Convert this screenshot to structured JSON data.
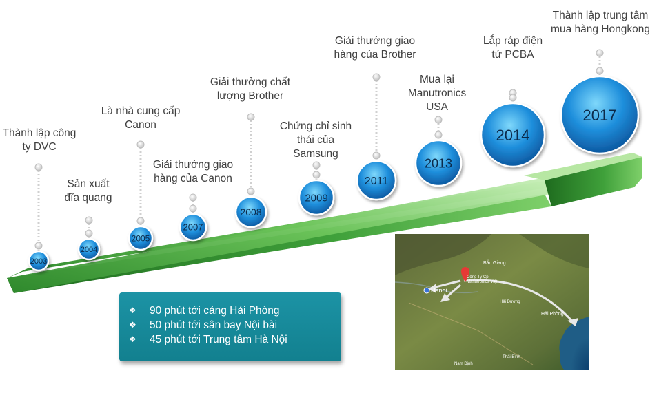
{
  "milestones": [
    {
      "year": "2003",
      "lines": [
        "Thành lập công",
        "ty DVC"
      ]
    },
    {
      "year": "2004",
      "lines": [
        "Sản xuất",
        "đĩa quang"
      ]
    },
    {
      "year": "2005",
      "lines": [
        "Là nhà cung cấp",
        "Canon"
      ]
    },
    {
      "year": "2007",
      "lines": [
        "Giải thưởng giao",
        "hàng của Canon"
      ]
    },
    {
      "year": "2008",
      "lines": [
        "Giải thưởng chất",
        "lượng Brother"
      ]
    },
    {
      "year": "2009",
      "lines": [
        "Chứng chỉ sinh",
        "thái của",
        "Samsung"
      ]
    },
    {
      "year": "2011",
      "lines": [
        "Giải thưởng giao",
        "hàng của Brother"
      ]
    },
    {
      "year": "2013",
      "lines": [
        "Mua lại",
        "Manutronics",
        "USA"
      ]
    },
    {
      "year": "2014",
      "lines": [
        "Lắp ráp điện",
        "tử PCBA"
      ]
    },
    {
      "year": "2017",
      "lines": [
        "Thành lập trung tâm",
        "mua hàng Hongkong"
      ]
    }
  ],
  "info_box": {
    "items": [
      "90 phút tới cảng Hải Phòng",
      "50  phút tới sân bay Nội bài",
      "45  phút tới Trung tâm Hà Nội"
    ],
    "bullet": "❖"
  },
  "map": {
    "labels": {
      "hanoi": "Hanoi",
      "company": "Công Ty Cp\nManutronics Việt...",
      "bac_giang": "Bắc Giang",
      "hai_phong": "Hải Phòng",
      "hai_duong": "Hải Dương",
      "nam_dinh": "Nam Định",
      "thai_binh": "Thái Bình"
    }
  },
  "colors": {
    "arrow_light": "#b8e6a6",
    "arrow_dark": "#2e8b2e",
    "circle_light": "#5cc8f5",
    "circle_dark": "#0a5fa8",
    "info_bg": "#138696"
  }
}
